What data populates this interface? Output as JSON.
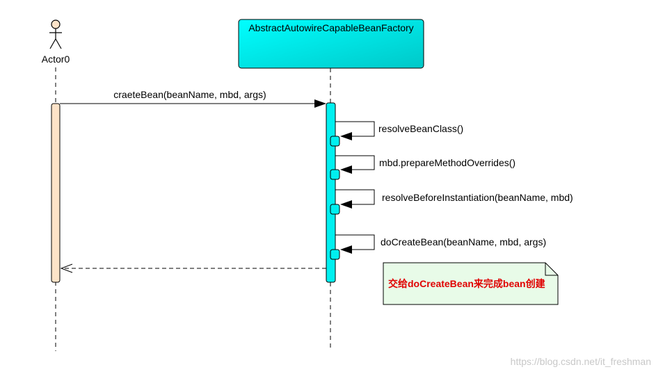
{
  "actor": {
    "name": "Actor0"
  },
  "lifeline": {
    "name": "AbstractAutowireCapableBeanFactory"
  },
  "messages": {
    "create": "craeteBean(beanName,  mbd, args)",
    "self_calls": [
      "resolveBeanClass()",
      "mbd.prepareMethodOverrides()",
      "resolveBeforeInstantiation(beanName, mbd)",
      "doCreateBean(beanName, mbd, args)"
    ]
  },
  "note": {
    "text": "交给doCreateBean来完成bean创建"
  },
  "watermark": "https://blog.csdn.net/it_freshman",
  "colors": {
    "actor_activation": "#fde3c8",
    "lifeline_fill": "#00f0f0",
    "note_fill": "#e8fbe8",
    "note_text": "#e00000"
  }
}
